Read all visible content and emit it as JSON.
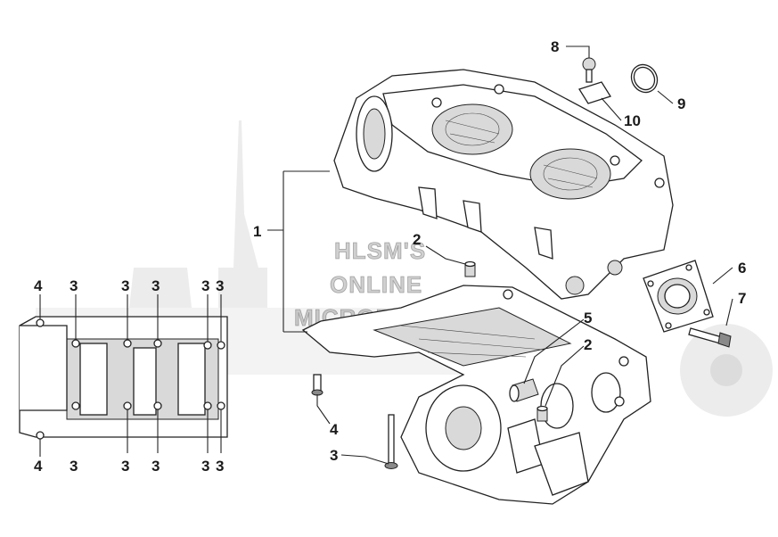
{
  "watermark": {
    "line1": "HLSM'S",
    "line2": "ONLINE",
    "line3": "MICROFICHE"
  },
  "callouts": {
    "c1": "1",
    "c2_top": "2",
    "c2_lower": "2",
    "c3_lower_bolt": "3",
    "c4_stud": "4",
    "c5": "5",
    "c6": "6",
    "c7": "7",
    "c8": "8",
    "c9": "9",
    "c10": "10"
  },
  "bolt_pattern": {
    "top": [
      "4",
      "3",
      "3",
      "3",
      "3",
      "3"
    ],
    "bottom": [
      "4",
      "3",
      "3",
      "3",
      "3",
      "3"
    ]
  }
}
